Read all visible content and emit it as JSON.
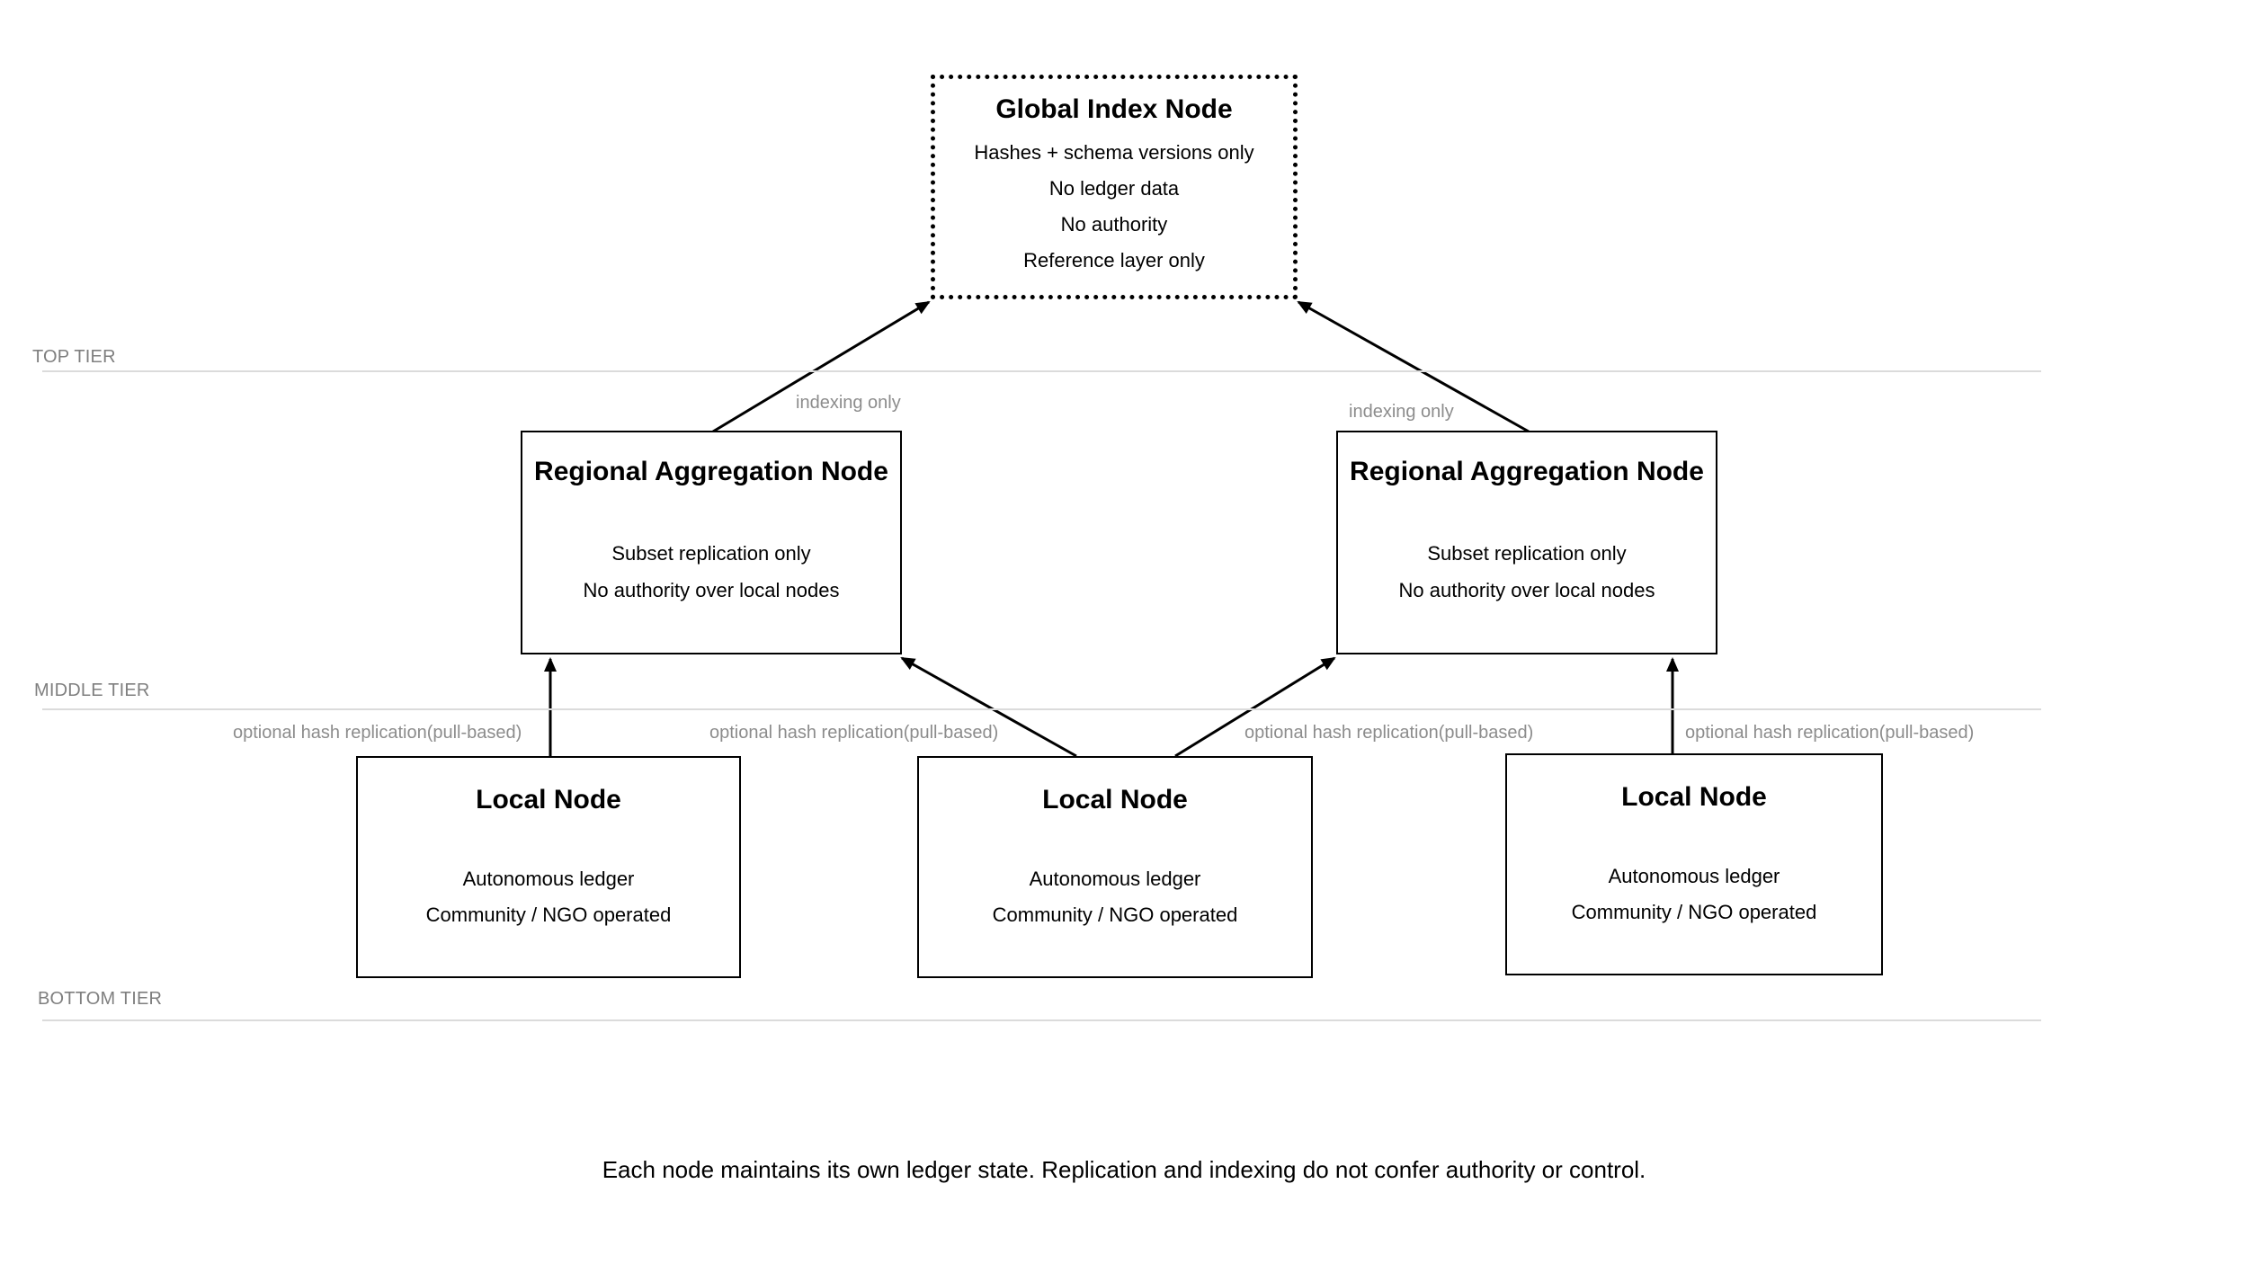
{
  "diagram": {
    "tiers": [
      {
        "label": "TOP TIER"
      },
      {
        "label": "MIDDLE TIER"
      },
      {
        "label": "BOTTOM TIER"
      }
    ],
    "global_node": {
      "title": "Global Index Node",
      "lines": [
        "Hashes + schema versions only",
        "No ledger data",
        "No authority",
        "Reference layer only"
      ]
    },
    "regional_nodes": [
      {
        "title": "Regional Aggregation Node",
        "lines": [
          "Subset replication only",
          "No authority over local nodes"
        ]
      },
      {
        "title": "Regional Aggregation Node",
        "lines": [
          "Subset replication only",
          "No authority over local nodes"
        ]
      }
    ],
    "local_nodes": [
      {
        "title": "Local Node",
        "lines": [
          "Autonomous ledger",
          "Community / NGO operated"
        ]
      },
      {
        "title": "Local Node",
        "lines": [
          "Autonomous ledger",
          "Community / NGO operated"
        ]
      },
      {
        "title": "Local Node",
        "lines": [
          "Autonomous ledger",
          "Community / NGO operated"
        ]
      }
    ],
    "edge_labels": {
      "indexing": [
        "indexing only",
        "indexing only"
      ],
      "replication": [
        "optional hash replication(pull-based)",
        "optional hash replication(pull-based)",
        "optional hash replication(pull-based)",
        "optional hash replication(pull-based)"
      ]
    },
    "caption": "Each node maintains its own ledger state. Replication and indexing do not confer authority or control.",
    "colors": {
      "ink": "#000000",
      "label_gray": "#8c8c8c",
      "tier_gray": "#7f7f7f",
      "line_gray": "#dbdbdb",
      "background": "#ffffff"
    }
  }
}
